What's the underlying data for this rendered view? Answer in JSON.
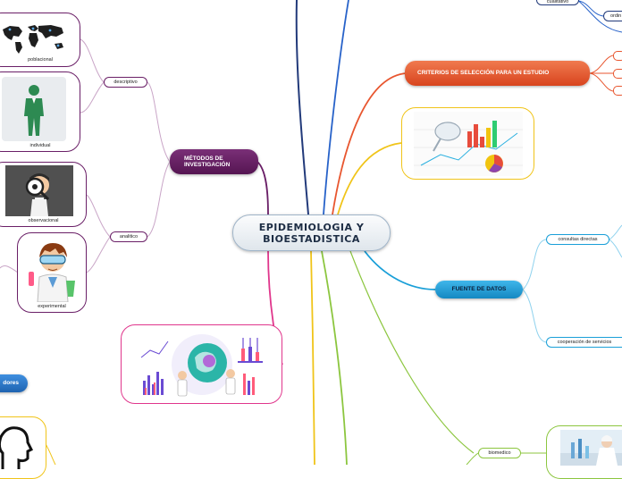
{
  "central_topic": {
    "line1": "EPIDEMIOLOGIA  Y",
    "line2": "BIOESTADISTICA"
  },
  "branches": {
    "metodos": {
      "title": "MÉTODOS DE INVESTIGACIÓN",
      "color": "#6a1f67",
      "descriptivo": {
        "label": "descriptivo",
        "cards": [
          {
            "caption": "poblacional",
            "icon": "world-map-icon"
          },
          {
            "caption": "individual",
            "icon": "person-icon"
          }
        ]
      },
      "analitico": {
        "label": "analitico",
        "cards": [
          {
            "caption": "observacional",
            "icon": "magnifier-person-icon"
          },
          {
            "caption": "experimental",
            "icon": "scientist-icon"
          }
        ]
      }
    },
    "criterios": {
      "title": "CRITERIOS DE SELECCIÓN PARA UN ESTUDIO",
      "color": "#e8562f"
    },
    "fuente": {
      "title": "FUENTE DE DATOS",
      "color": "#1a9fd8",
      "children": [
        "consultas directas",
        "cooperación de servicios"
      ]
    },
    "top_right": {
      "items": [
        "cualitativo",
        "ordin"
      ]
    },
    "left_partial": {
      "label": "dores",
      "color": "#2a77c4"
    },
    "bottom_right": {
      "label": "biomedico"
    }
  },
  "images": [
    "analytics-chart-image",
    "research-illustration-image",
    "lab-researcher-image",
    "head-silhouette-icon"
  ]
}
